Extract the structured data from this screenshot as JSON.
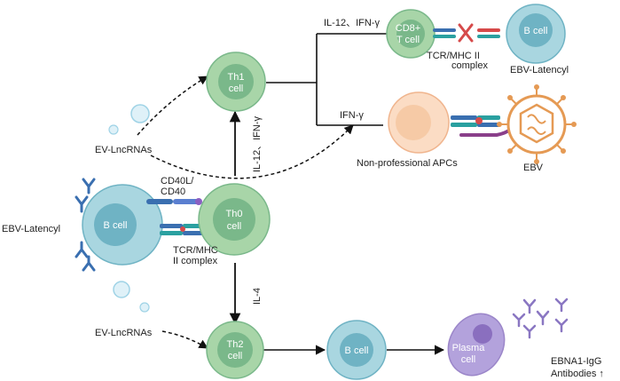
{
  "cells": {
    "th1": {
      "line1": "Th1",
      "line2": "cell"
    },
    "th0": {
      "line1": "Th0",
      "line2": "cell"
    },
    "th2": {
      "line1": "Th2",
      "line2": "cell"
    },
    "b_cell_left": "B cell",
    "b_cell_bottom": "B cell",
    "b_cell_top_right": "B cell",
    "cd8": {
      "line1": "CD8+",
      "line2": "T cell"
    },
    "plasma": {
      "line1": "Plasma",
      "line2": "cell"
    }
  },
  "labels": {
    "ebv_latency_left": "EBV-Latencyl",
    "ebv_latency_top": "EBV-Latencyl",
    "ev_lnc_top": "EV-LncRNAs",
    "ev_lnc_bottom": "EV-LncRNAs",
    "cd40_line1": "CD40L/",
    "cd40_line2": "CD40",
    "tcr_left_line1": "TCR/MHC",
    "tcr_left_line2": "II complex",
    "tcr_top_line1": "TCR/MHC II",
    "tcr_top_line2": "complex",
    "il12_ifng_top": "IL-12、IFN-γ",
    "ifng_mid": "IFN-γ",
    "il12_ifng_vertical": "IL-12、IFN-γ",
    "il4_vertical": "IL-4",
    "non_prof_apc": "Non-professional APCs",
    "ebv": "EBV",
    "antibodies_line1": "EBNA1-IgG",
    "antibodies_line2": "Antibodies ↑"
  },
  "colors": {
    "green_outer": "#a8d5a8",
    "green_inner": "#7ab88a",
    "blue_outer": "#a9d6e0",
    "blue_inner": "#6fb3c4",
    "apc_outer": "#f6caa6",
    "virus": "#e59a54",
    "plasma": "#9b86c9",
    "receptor_blue": "#3a6fb0",
    "receptor_teal": "#2aa0a0",
    "red_x": "#d64a4a",
    "antibody": "#8a77c2"
  }
}
